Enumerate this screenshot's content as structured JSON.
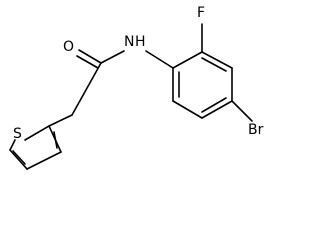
{
  "structure": {
    "atoms": {
      "oxygen": "O",
      "amide_nitrogen": "N",
      "amide_hydrogen": "H",
      "fluorine": "F",
      "bromine": "Br",
      "sulfur": "S"
    }
  }
}
